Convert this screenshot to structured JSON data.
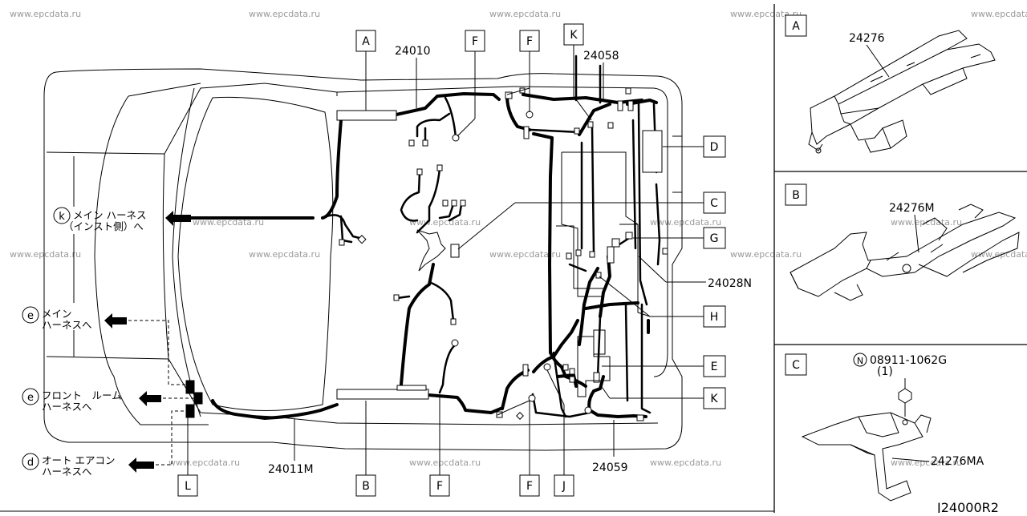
{
  "watermark": "www.epcdata.ru",
  "diagram_code": "J24000R2",
  "part_numbers": {
    "main_harness": "24010",
    "body_harness": "24011M",
    "rear_harness": "24058",
    "rear_harness_2": "24059",
    "room_lamp_harness": "24028N",
    "bracket_a": "24276",
    "bracket_b": "24276M",
    "bracket_c": "24276MA",
    "nut_ref": "N",
    "nut_part": "08911-1062G",
    "nut_qty": "(1)"
  },
  "callouts": {
    "a": "A",
    "b": "B",
    "c": "C",
    "d": "D",
    "e": "E",
    "f": "F",
    "g": "G",
    "h": "H",
    "j": "J",
    "k": "K",
    "l": "L"
  },
  "connections": [
    {
      "circle": "k",
      "line1": "メイン ハーネス",
      "line2": "（インスト側）へ"
    },
    {
      "circle": "e",
      "line1": "メイン",
      "line2": "ハーネスへ"
    },
    {
      "circle": "e",
      "line1": "フロント　ルーム",
      "line2": "ハーネスへ"
    },
    {
      "circle": "d",
      "line1": "オート エアコン",
      "line2": "ハーネスへ"
    }
  ]
}
